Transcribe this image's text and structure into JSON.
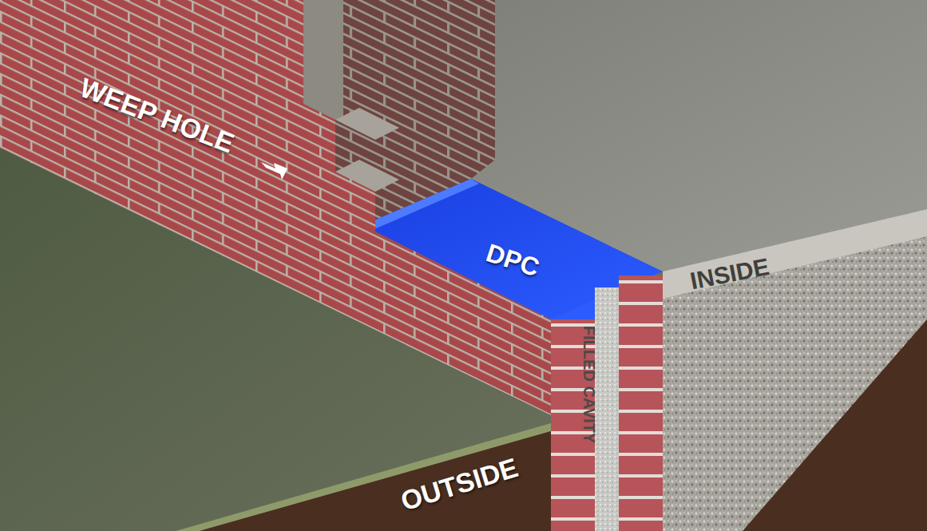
{
  "diagram": {
    "labels": [
      "WEEP HOLE",
      "DPC",
      "FILLED CAVITY",
      "INSIDE",
      "OUTSIDE"
    ]
  }
}
